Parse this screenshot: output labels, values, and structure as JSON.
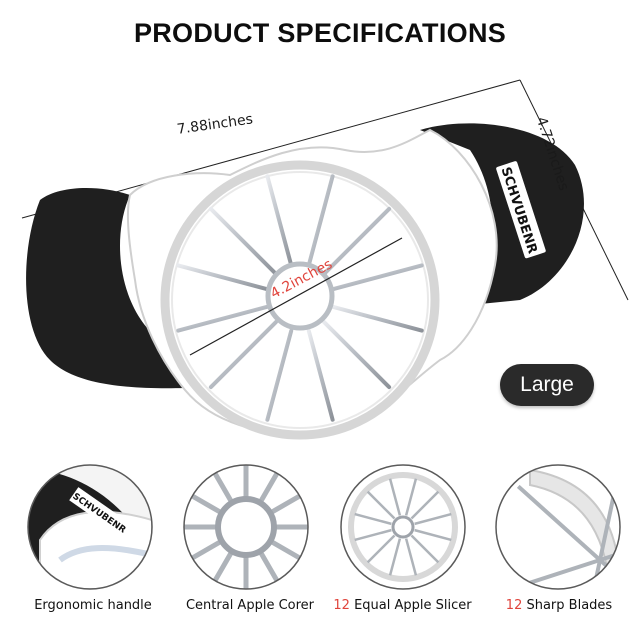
{
  "title": "PRODUCT SPECIFICATIONS",
  "dimensions": {
    "length": "7.88inches",
    "width": "4.72inches",
    "diameter": "4.2inches"
  },
  "brand": "SCHVUBENR",
  "size_badge": "Large",
  "features": [
    {
      "number": "",
      "label": "Ergonomic handle",
      "icon": "handle-closeup"
    },
    {
      "number": "",
      "label": "Central Apple Corer",
      "icon": "corer-closeup"
    },
    {
      "number": "12",
      "label": " Equal Apple Slicer",
      "icon": "slicer-closeup"
    },
    {
      "number": "12",
      "label": " Sharp Blades",
      "icon": "blades-closeup"
    }
  ],
  "colors": {
    "handle_black": "#1f1f1f",
    "frame_white": "#ffffff",
    "accent_red": "#e0443c",
    "blade_steel": "#b8bcc2"
  }
}
